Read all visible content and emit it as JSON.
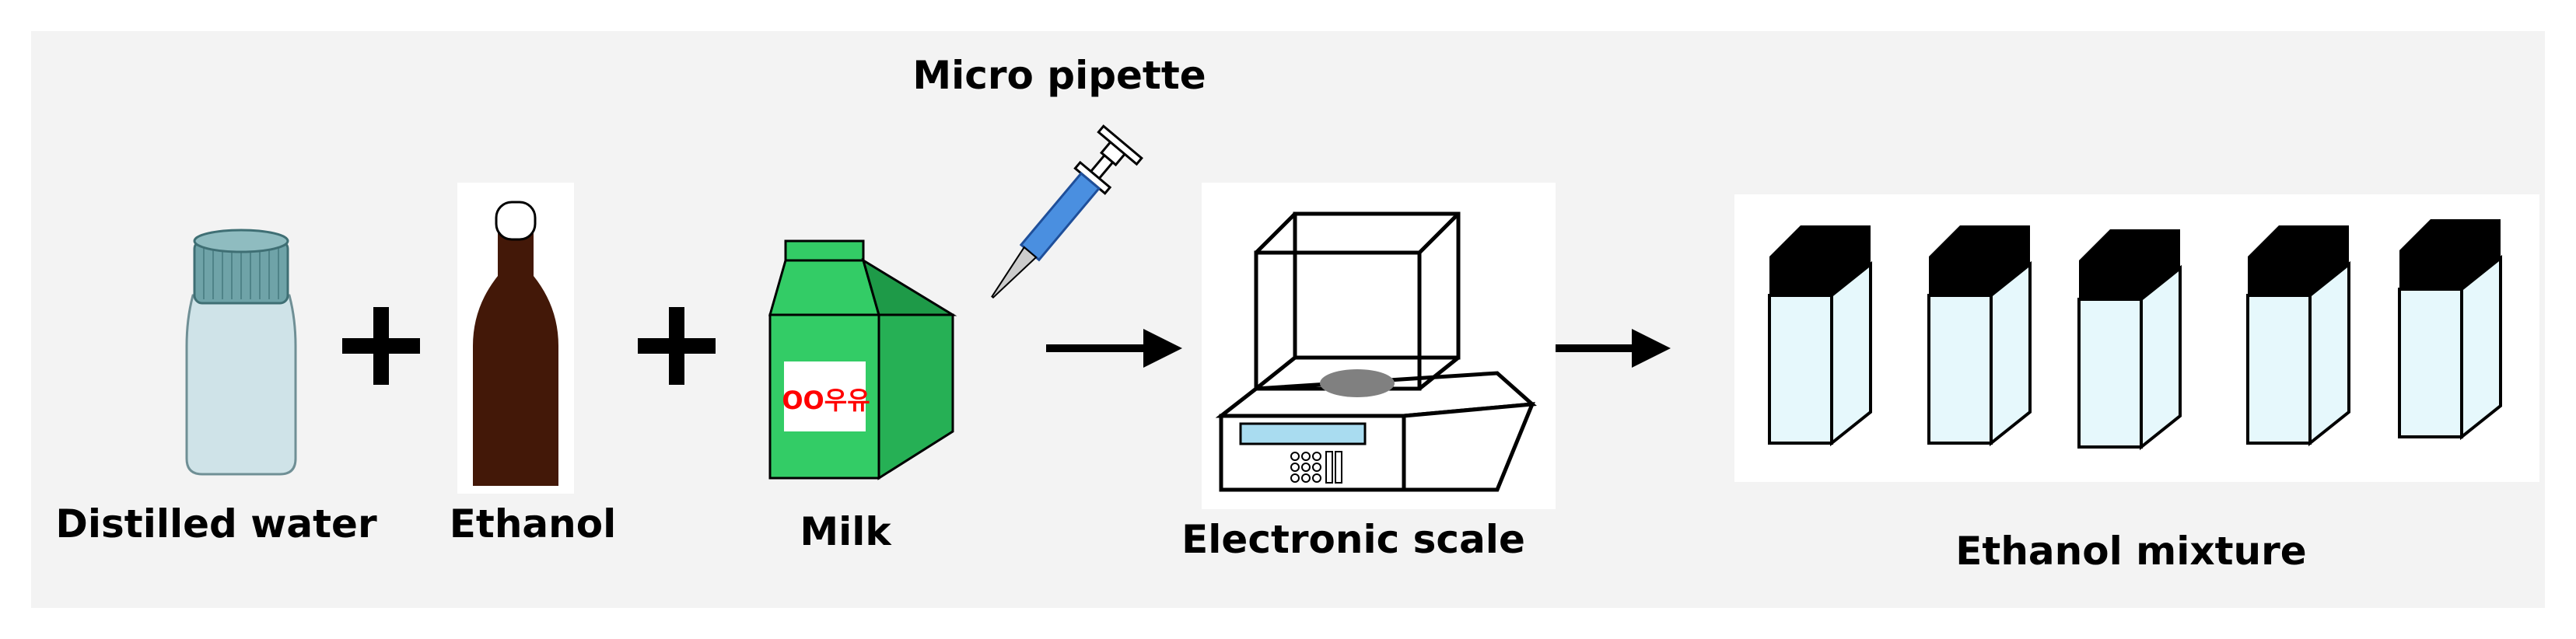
{
  "labels": {
    "distilled_water": "Distilled water",
    "ethanol": "Ethanol",
    "milk": "Milk",
    "micro_pipette": "Micro pipette",
    "electronic_scale": "Electronic scale",
    "ethanol_mixture": "Ethanol mixture"
  },
  "carton_text": "OO우유",
  "colors": {
    "background": "#f3f3f3",
    "water_bottle_body": "#cfe3e8",
    "water_bottle_cap": "#6fa3a8",
    "ethanol_bottle": "#431808",
    "milk_carton": "#33cc66",
    "carton_text": "#ff0000",
    "pipette": "#4a8fe0",
    "scale_display": "#a9dcf0",
    "scale_pan": "#808080",
    "mixture_tube_body": "#e6f8fc",
    "mixture_tube_cap": "#000000"
  },
  "icons": [
    "plus-icon",
    "plus-icon",
    "arrow-right-icon",
    "arrow-right-icon"
  ]
}
